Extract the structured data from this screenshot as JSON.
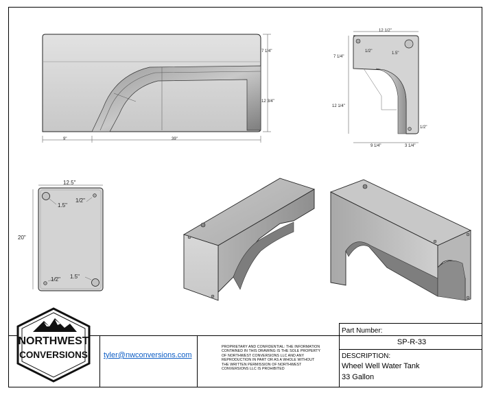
{
  "drawing": {
    "views": {
      "front": {
        "height_top": "7 1/4\"",
        "height_right": "12 3/4\"",
        "width_left": "9\"",
        "width_total": "39\""
      },
      "side": {
        "width_top": "12 1/2\"",
        "height_left_top": "7 1/4\"",
        "height_left": "12 1/4\"",
        "hole_left": "1/2\"",
        "hole_right": "1.5\"",
        "hole_bottom": "1/2\"",
        "width_bottom_left": "9 1/4\"",
        "width_bottom_right": "3 1/4\""
      },
      "top": {
        "width": "12.5\"",
        "height": "20\"",
        "hole_tl": "1.5\"",
        "hole_tr": "1/2\"",
        "hole_bl": "1/2\"",
        "hole_br": "1.5\""
      }
    }
  },
  "title_block": {
    "logo_line1": "NORTHWEST",
    "logo_line2": "CONVERSIONS",
    "email": "tyler@nwconversions.com",
    "notice": "PROPRIETARY AND CONFIDENTIAL: THE INFORMATION CONTAINED IN THIS DRAWING IS THE SOLE PROPERTY OF NORTHWEST CONVERSIONS LLC AND ANY REPRODUCTION IN PART OR AS A WHOLE WITHOUT THE WRITTEN PERMISSION OF NORTHWEST CONVERSIONS LLC IS PROHIBITED",
    "part_number_label": "Part Number:",
    "part_number": "SP-R-33",
    "description_label": "DESCRIPTION:",
    "description_line1": "Wheel Well Water Tank",
    "description_line2": "33 Gallon"
  },
  "colors": {
    "tank_fill": "#d2d2d2",
    "tank_shade": "#b5b5b5",
    "tank_dark": "#8e8e8e",
    "link": "#0b5cc4"
  }
}
